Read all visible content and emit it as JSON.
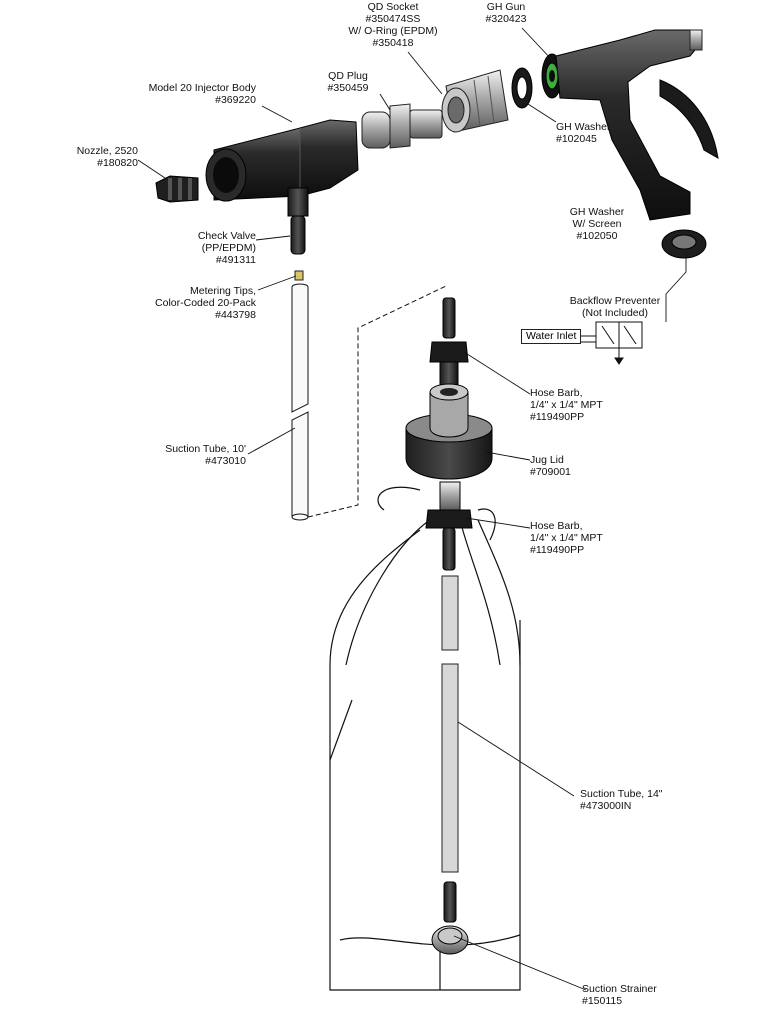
{
  "labels": {
    "qd_socket": {
      "name": "QD Socket",
      "line2": "#350474SS",
      "line3": "W/ O-Ring (EPDM)",
      "line4": "#350418"
    },
    "gh_gun": {
      "name": "GH Gun",
      "part": "#320423"
    },
    "qd_plug": {
      "name": "QD Plug",
      "part": "#350459"
    },
    "injector": {
      "name": "Model 20 Injector Body",
      "part": "#369220"
    },
    "gh_washer": {
      "name": "GH Washer",
      "part": "#102045"
    },
    "nozzle": {
      "name": "Nozzle, 2520",
      "part": "#180820"
    },
    "gh_washer_screen": {
      "name": "GH Washer",
      "line2": "W/ Screen",
      "part": "#102050"
    },
    "check_valve": {
      "name": "Check Valve",
      "line2": "(PP/EPDM)",
      "part": "#491311"
    },
    "metering": {
      "name": "Metering Tips,",
      "line2": "Color-Coded 20-Pack",
      "part": "#443798"
    },
    "backflow": {
      "name": "Backflow Preventer",
      "line2": "(Not Included)"
    },
    "water_inlet": {
      "name": "Water Inlet"
    },
    "hose_barb_1": {
      "name": "Hose Barb,",
      "line2": "1/4\" x 1/4\" MPT",
      "part": "#119490PP"
    },
    "suction_10": {
      "name": "Suction Tube, 10'",
      "part": "#473010"
    },
    "jug_lid": {
      "name": "Jug Lid",
      "part": "#709001"
    },
    "hose_barb_2": {
      "name": "Hose Barb,",
      "line2": "1/4\" x 1/4\" MPT",
      "part": "#119490PP"
    },
    "suction_14": {
      "name": "Suction Tube, 14\"",
      "part": "#473000IN"
    },
    "strainer": {
      "name": "Suction Strainer",
      "part": "#150115"
    }
  },
  "colors": {
    "line": "#111111",
    "part_dark": "#2b2b2b",
    "part_mid": "#7a7a7a",
    "part_light": "#cfcfcf",
    "accent_green": "#3fae3f"
  }
}
